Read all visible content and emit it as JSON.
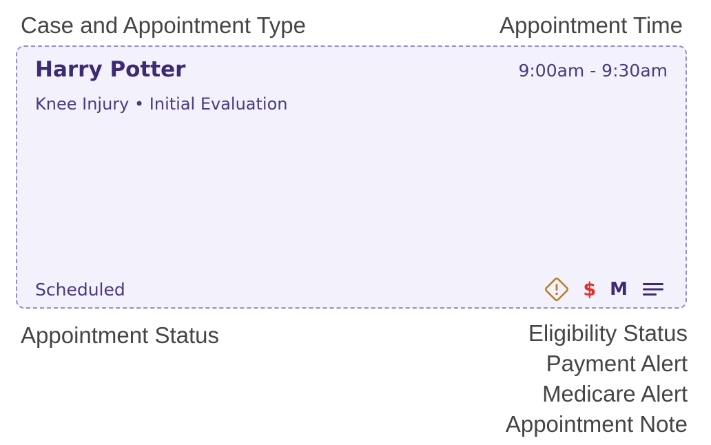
{
  "annotations": {
    "case_and_type": "Case and Appointment Type",
    "time": "Appointment Time",
    "status": "Appointment Status",
    "eligibility": "Eligibility Status",
    "payment": "Payment Alert",
    "medicare": "Medicare Alert",
    "note": "Appointment Note"
  },
  "card": {
    "patient_name": "Harry Potter",
    "time": "9:00am - 9:30am",
    "case": "Knee Injury",
    "separator": "•",
    "appointment_type": "Initial Evaluation",
    "status": "Scheduled",
    "icons": {
      "eligibility": "eligibility-warning-icon",
      "payment_symbol": "$",
      "medicare_symbol": "M",
      "note": "note-lines-icon"
    },
    "colors": {
      "card_background": "#f3f1fb",
      "card_border": "#9a8ad0",
      "primary_text": "#3e2a72",
      "eligibility": "#b5802f",
      "payment": "#e0302a"
    }
  }
}
